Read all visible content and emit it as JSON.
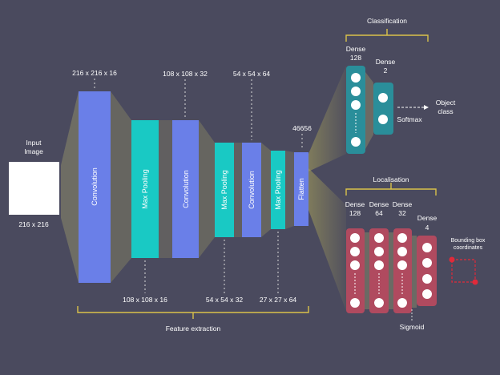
{
  "input": {
    "title_line1": "Input",
    "title_line2": "Image",
    "size": "216 x 216"
  },
  "feature_extraction": {
    "label": "Feature extraction",
    "layers": [
      {
        "name": "Convolution",
        "kind": "conv"
      },
      {
        "name": "Max Pooling",
        "kind": "pool"
      },
      {
        "name": "Convolution",
        "kind": "conv"
      },
      {
        "name": "Max Pooling",
        "kind": "pool"
      },
      {
        "name": "Convolution",
        "kind": "conv"
      },
      {
        "name": "Max Pooling",
        "kind": "pool"
      },
      {
        "name": "Flatten",
        "kind": "flatten"
      }
    ],
    "dims_top": [
      "216 x 216 x 16",
      "108 x 108 x 32",
      "54 x 54 x 64",
      "46656"
    ],
    "dims_bottom": [
      "108 x 108 x 16",
      "54 x 54 x 32",
      "27 x 27 x 64"
    ]
  },
  "classification": {
    "label": "Classification",
    "dense1": {
      "line1": "Dense",
      "line2": "128"
    },
    "dense2": {
      "line1": "Dense",
      "line2": "2"
    },
    "activation": "Softmax",
    "output_line1": "Object",
    "output_line2": "class"
  },
  "localisation": {
    "label": "Localisation",
    "dense": [
      {
        "line1": "Dense",
        "line2": "128"
      },
      {
        "line1": "Dense",
        "line2": "64"
      },
      {
        "line1": "Dense",
        "line2": "32"
      },
      {
        "line1": "Dense",
        "line2": "4"
      }
    ],
    "activation": "Sigmoid",
    "output_line1": "Bounding box",
    "output_line2": "coordinates"
  },
  "colors": {
    "background": "#4a4a5e",
    "conv": "#6a7fe8",
    "pool": "#19c9c4",
    "classification": "#2a8e9a",
    "localisation": "#b04a5f",
    "brace": "#d9c24a",
    "bbox": "#e02a3a"
  }
}
